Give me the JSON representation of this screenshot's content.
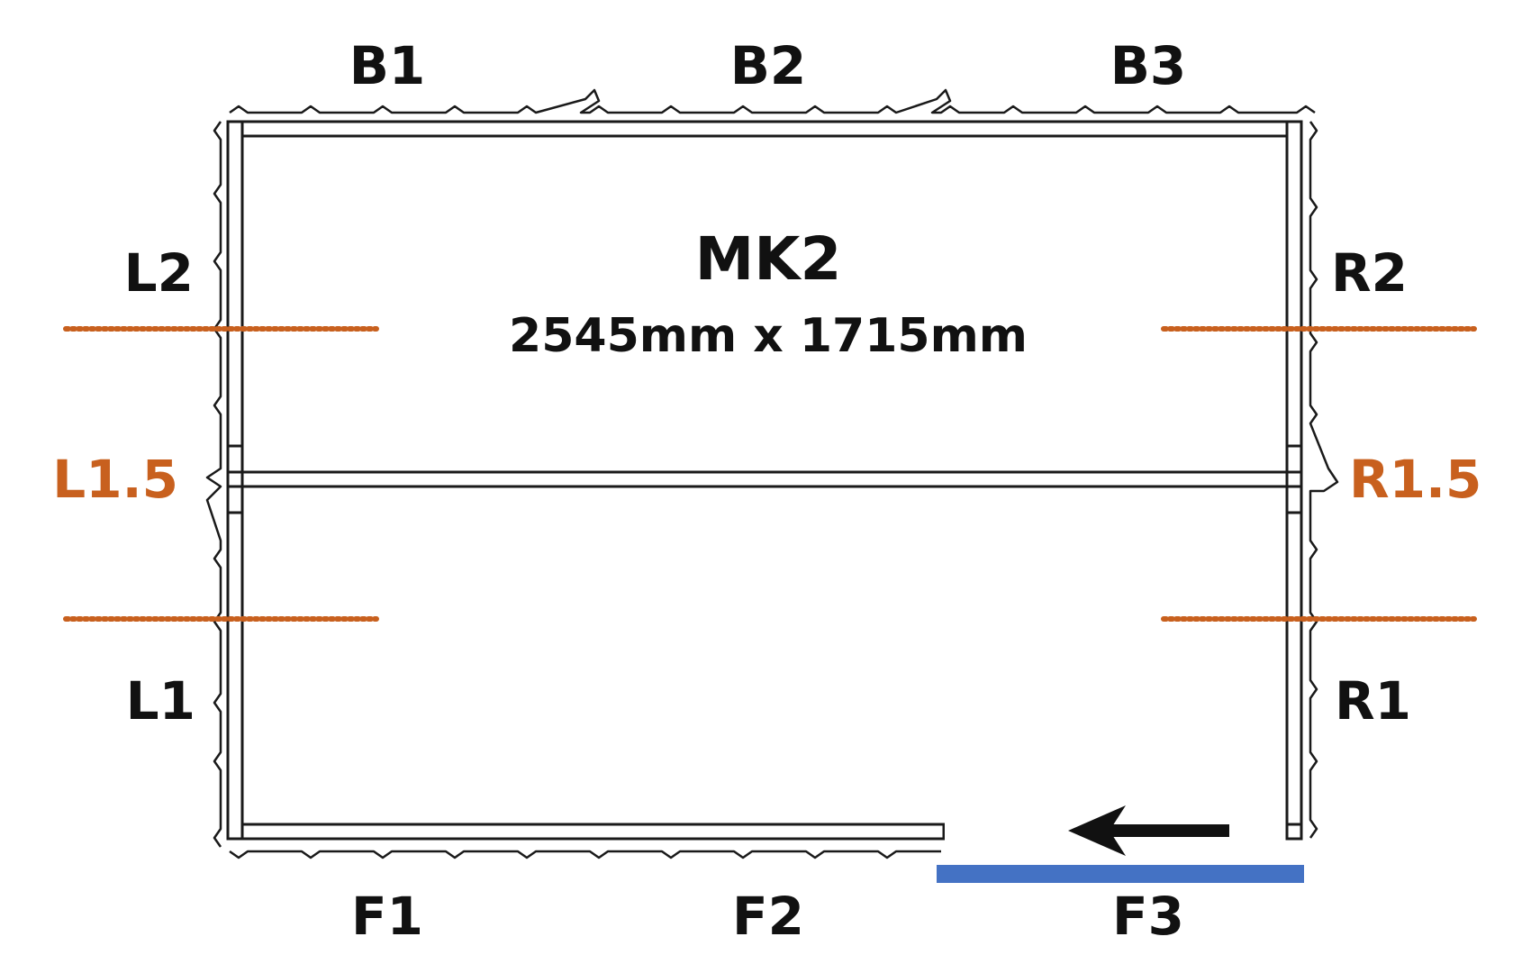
{
  "title": "MK2",
  "dimensions": "2545mm x 1715mm",
  "labels": {
    "back": [
      "B1",
      "B2",
      "B3"
    ],
    "front": [
      "F1",
      "F2",
      "F3"
    ],
    "left_top": "L2",
    "left_mid": "L1.5",
    "left_bottom": "L1",
    "right_top": "R2",
    "right_mid": "R1.5",
    "right_bottom": "R1"
  },
  "colors": {
    "accent": "#c8601e",
    "highlight": "#4472c4",
    "ink": "#111111"
  },
  "icons": {
    "arrow": "arrow-left-icon"
  }
}
